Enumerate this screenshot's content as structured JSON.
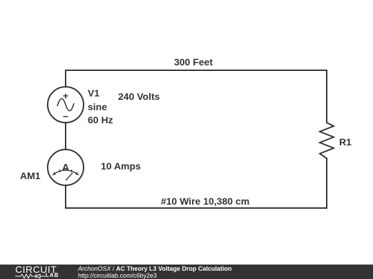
{
  "labels": {
    "length": "300 Feet",
    "source_name": "V1",
    "source_type": "sine",
    "source_freq": "60 Hz",
    "source_voltage": "240 Volts",
    "ammeter_name": "AM1",
    "ammeter_symbol": "A",
    "current": "10 Amps",
    "resistor_name": "R1",
    "wire": "#10 Wire 10,380 cm",
    "plus": "+",
    "minus": "−"
  },
  "footer": {
    "logo_top": "CIRCUIT",
    "logo_bottom": "LAB",
    "author": "ArchonOSX",
    "separator": " / ",
    "title": "AC Theory L3 Voltage Drop Calculation",
    "url": "http://circuitlab.com/c6by2e3"
  },
  "colors": {
    "stroke": "#333333",
    "footer_bg": "#333333",
    "background": "#ffffff"
  }
}
